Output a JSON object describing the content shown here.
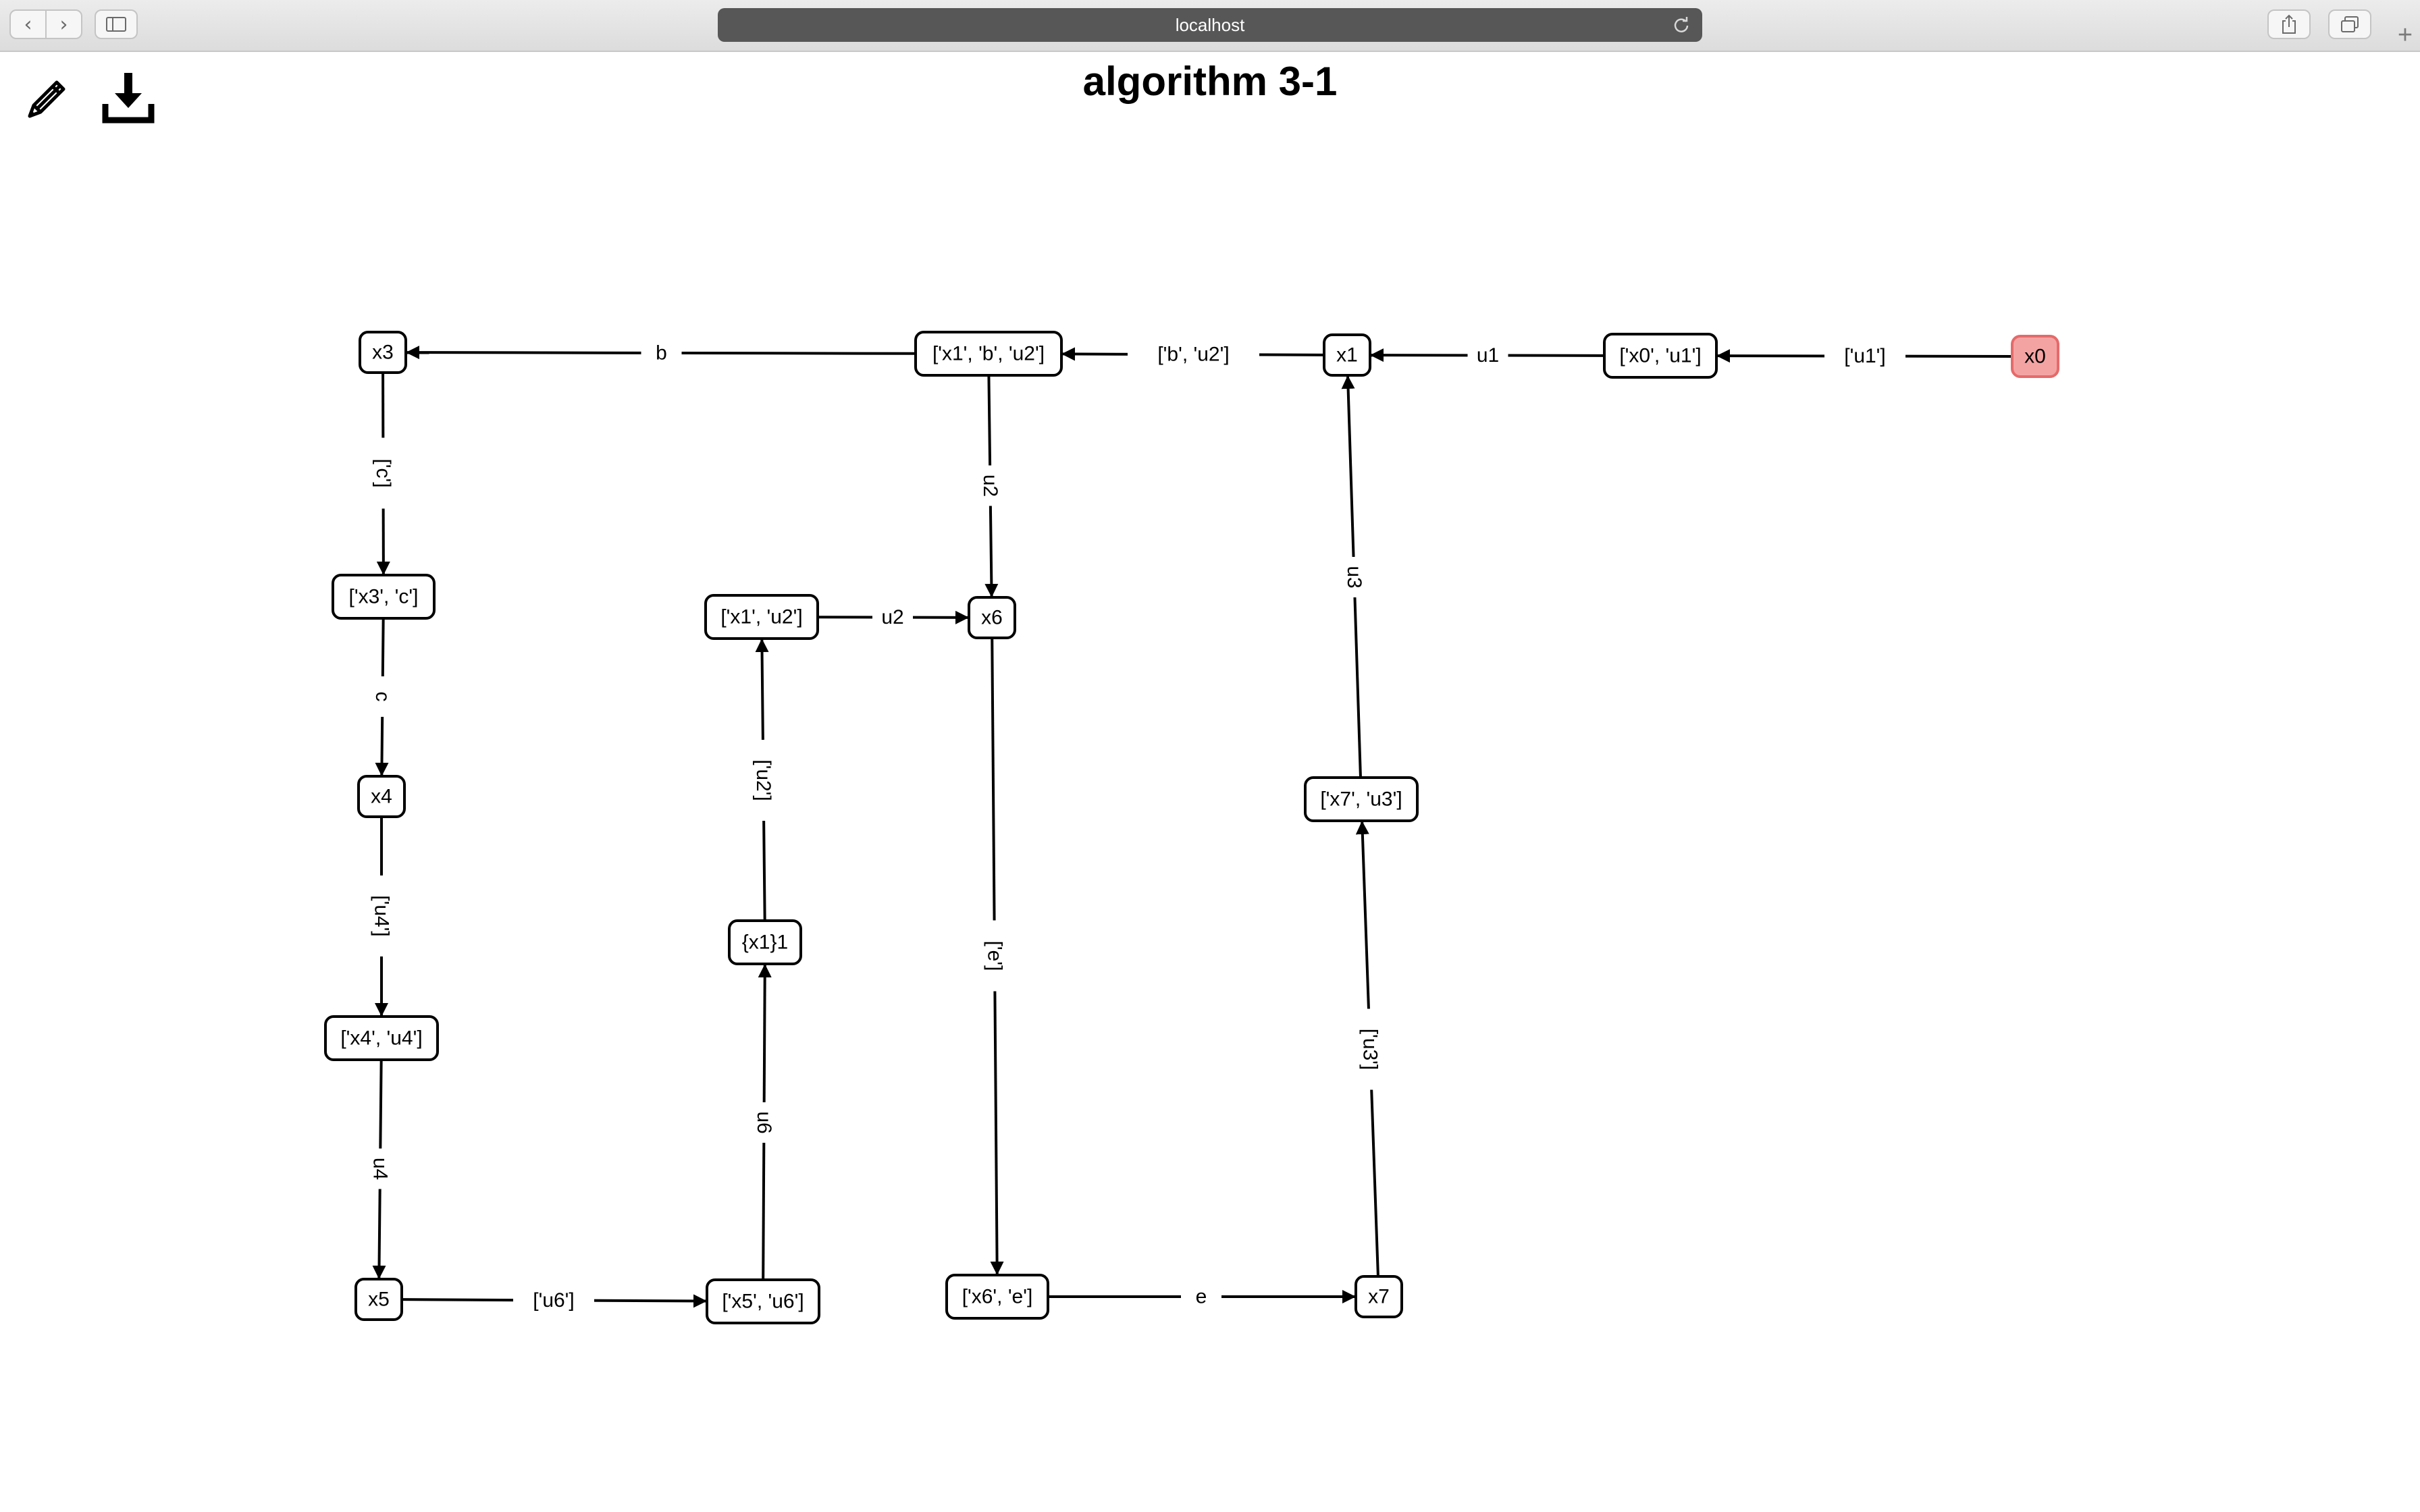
{
  "browser": {
    "url": "localhost",
    "back_icon": "chevron-left-icon",
    "forward_icon": "chevron-right-icon",
    "sidebar_icon": "sidebar-icon",
    "reload_icon": "reload-icon",
    "share_icon": "share-icon",
    "tabs_icon": "tabs-icon",
    "new_tab_label": "+"
  },
  "toolbar": {
    "edit_icon": "pencil-icon",
    "download_icon": "download-icon"
  },
  "page": {
    "title": "algorithm 3-1"
  },
  "colors": {
    "initial_node_fill": "#f4a3a3",
    "initial_node_stroke": "#e66a6a",
    "node_stroke": "#000000",
    "edge": "#000000"
  },
  "graph": {
    "nodes": [
      {
        "id": "x0",
        "label": "x0",
        "initial": true
      },
      {
        "id": "x0u1",
        "label": "['x0', 'u1']"
      },
      {
        "id": "x1",
        "label": "x1"
      },
      {
        "id": "x1bu2",
        "label": "['x1', 'b', 'u2']"
      },
      {
        "id": "x3",
        "label": "x3"
      },
      {
        "id": "x3c",
        "label": "['x3', 'c']"
      },
      {
        "id": "x4",
        "label": "x4"
      },
      {
        "id": "x4u4",
        "label": "['x4', 'u4']"
      },
      {
        "id": "x5",
        "label": "x5"
      },
      {
        "id": "x5u6",
        "label": "['x5', 'u6']"
      },
      {
        "id": "x1set",
        "label": "{x1}1"
      },
      {
        "id": "x1u2",
        "label": "['x1', 'u2']"
      },
      {
        "id": "x6",
        "label": "x6"
      },
      {
        "id": "x6e",
        "label": "['x6', 'e']"
      },
      {
        "id": "x7",
        "label": "x7"
      },
      {
        "id": "x7u3",
        "label": "['x7', 'u3']"
      }
    ],
    "edges": [
      {
        "from": "x0",
        "to": "x0u1",
        "label": "['u1']"
      },
      {
        "from": "x0u1",
        "to": "x1",
        "label": "u1"
      },
      {
        "from": "x1",
        "to": "x1bu2",
        "label": "['b', 'u2']"
      },
      {
        "from": "x1bu2",
        "to": "x3",
        "label": "b"
      },
      {
        "from": "x1bu2",
        "to": "x6",
        "label": "u2"
      },
      {
        "from": "x3",
        "to": "x3c",
        "label": "['c']"
      },
      {
        "from": "x3c",
        "to": "x4",
        "label": "c"
      },
      {
        "from": "x4",
        "to": "x4u4",
        "label": "['u4']"
      },
      {
        "from": "x4u4",
        "to": "x5",
        "label": "u4"
      },
      {
        "from": "x5",
        "to": "x5u6",
        "label": "['u6']"
      },
      {
        "from": "x5u6",
        "to": "x1set",
        "label": "u6"
      },
      {
        "from": "x1set",
        "to": "x1u2",
        "label": "['u2']"
      },
      {
        "from": "x1u2",
        "to": "x6",
        "label": "u2"
      },
      {
        "from": "x6",
        "to": "x6e",
        "label": "['e']"
      },
      {
        "from": "x6e",
        "to": "x7",
        "label": "e"
      },
      {
        "from": "x7",
        "to": "x7u3",
        "label": "['u3']"
      },
      {
        "from": "x7u3",
        "to": "x1",
        "label": "u3"
      }
    ]
  }
}
